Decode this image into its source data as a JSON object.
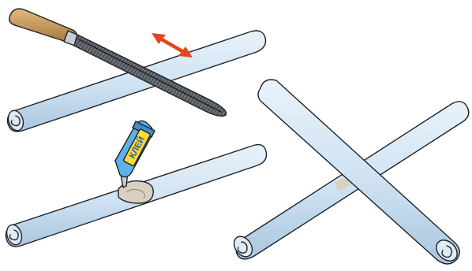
{
  "illustration": {
    "panels": [
      {
        "name": "filing-step",
        "tool": "file-icon",
        "arrow": "double-headed-arrow-icon"
      },
      {
        "name": "glue-step",
        "tool": "glue-tube-icon"
      },
      {
        "name": "assembled-cross",
        "tool": "none"
      }
    ],
    "tube_label": "КЛЕЙ",
    "colors": {
      "pipe_fill": "#cfe2f2",
      "pipe_shadow": "#a9c6df",
      "outline": "#1e2226",
      "handle": "#c89a5c",
      "file_blade": "#5a5f64",
      "arrow": "#e2461f",
      "tube_body": "#5cb3e8",
      "tube_label_bg": "#ffd83a",
      "glue": "#d9d0c2"
    }
  }
}
